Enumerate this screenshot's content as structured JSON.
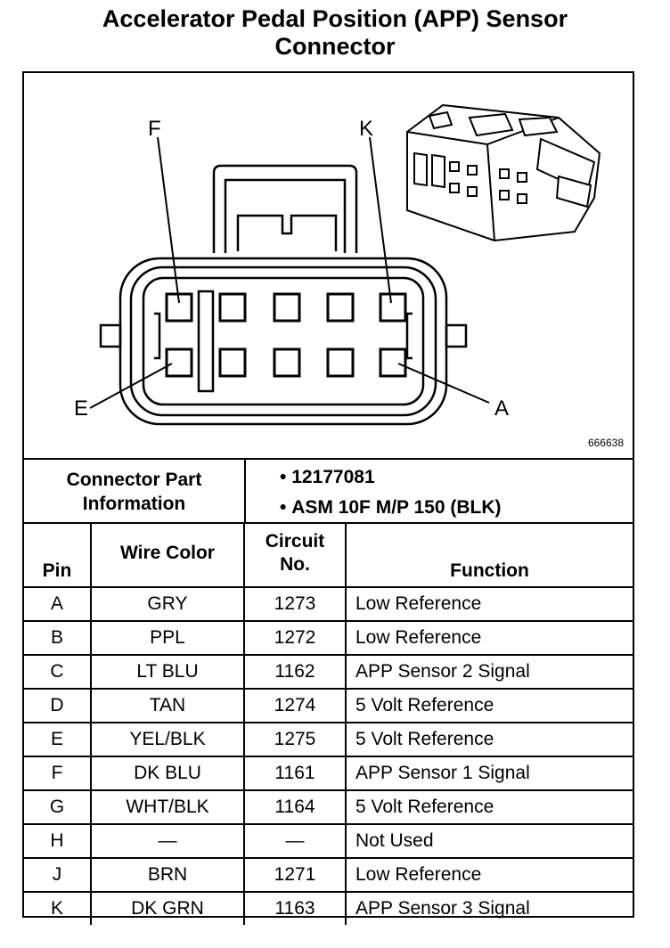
{
  "title_line1": "Accelerator Pedal Position (APP) Sensor",
  "title_line2": "Connector",
  "figure_number": "666638",
  "callouts": {
    "f": "F",
    "k": "K",
    "e": "E",
    "a": "A"
  },
  "connector_info": {
    "label_line1": "Connector Part",
    "label_line2": "Information",
    "part_number": "12177081",
    "description": "ASM 10F M/P 150 (BLK)"
  },
  "table": {
    "headers": {
      "pin": "Pin",
      "wire_color": "Wire Color",
      "circuit_line1": "Circuit",
      "circuit_line2": "No.",
      "function": "Function"
    },
    "rows": [
      {
        "pin": "A",
        "color": "GRY",
        "circuit": "1273",
        "function": "Low Reference"
      },
      {
        "pin": "B",
        "color": "PPL",
        "circuit": "1272",
        "function": "Low Reference"
      },
      {
        "pin": "C",
        "color": "LT BLU",
        "circuit": "1162",
        "function": "APP Sensor 2 Signal"
      },
      {
        "pin": "D",
        "color": "TAN",
        "circuit": "1274",
        "function": "5 Volt Reference"
      },
      {
        "pin": "E",
        "color": "YEL/BLK",
        "circuit": "1275",
        "function": "5 Volt Reference"
      },
      {
        "pin": "F",
        "color": "DK BLU",
        "circuit": "1161",
        "function": "APP Sensor 1 Signal"
      },
      {
        "pin": "G",
        "color": "WHT/BLK",
        "circuit": "1164",
        "function": "5 Volt Reference"
      },
      {
        "pin": "H",
        "color": "—",
        "circuit": "—",
        "function": "Not Used"
      },
      {
        "pin": "J",
        "color": "BRN",
        "circuit": "1271",
        "function": "Low Reference"
      },
      {
        "pin": "K",
        "color": "DK GRN",
        "circuit": "1163",
        "function": "APP Sensor 3 Signal"
      }
    ]
  }
}
